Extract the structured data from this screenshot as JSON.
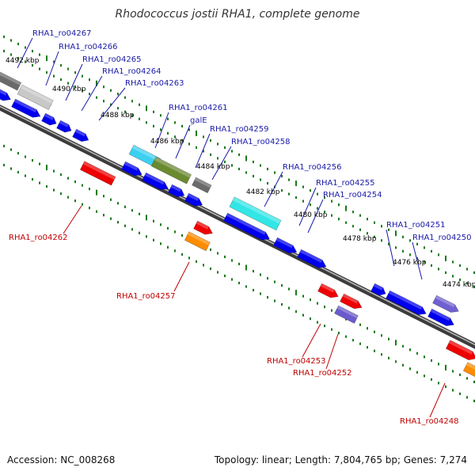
{
  "title": "Rhodococcus jostii RHA1, complete genome",
  "footer": {
    "accession": "Accession: NC_008268",
    "summary": "Topology: linear; Length: 7,804,765 bp; Genes: 7,274"
  },
  "colors": {
    "forward_cds": "#0000ee",
    "reverse_cds": "#ee0000",
    "tick": "#1a7a1a",
    "backbone": "#555555",
    "forward_label": "#1a1aa8",
    "reverse_label": "#c00000"
  },
  "scale_labels": [
    "4492 kbp",
    "4490 kbp",
    "4488 kbp",
    "4486 kbp",
    "4484 kbp",
    "4482 kbp",
    "4480 kbp",
    "4478 kbp",
    "4476 kbp",
    "4474 kbp"
  ],
  "forward_genes": [
    "RHA1_ro04267",
    "RHA1_ro04266",
    "RHA1_ro04265",
    "RHA1_ro04264",
    "RHA1_ro04263",
    "RHA1_ro04261",
    "galE",
    "RHA1_ro04259",
    "RHA1_ro04258",
    "RHA1_ro04256",
    "RHA1_ro04255",
    "RHA1_ro04254",
    "RHA1_ro04251",
    "RHA1_ro04250"
  ],
  "reverse_genes": [
    "RHA1_ro04262",
    "RHA1_ro04257",
    "RHA1_ro04253",
    "RHA1_ro04252",
    "RHA1_ro04248"
  ]
}
